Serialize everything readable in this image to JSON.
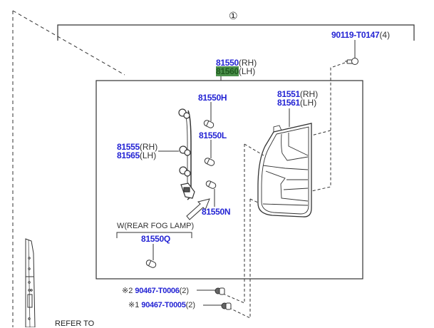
{
  "diagram": {
    "assembly_callout": "①",
    "refer_to": "REFER TO",
    "parts": {
      "screw": {
        "number": "90119-T0147",
        "suffix": "(4)"
      },
      "lamp_assy_rh": {
        "number": "81550",
        "suffix": "(RH)"
      },
      "lamp_assy_lh": {
        "number": "81560",
        "suffix": "(LH)",
        "highlighted": true
      },
      "bulb_h": {
        "number": "81550H"
      },
      "lens_rh": {
        "number": "81551",
        "suffix": "(RH)"
      },
      "lens_lh": {
        "number": "81561",
        "suffix": "(LH)"
      },
      "bulb_l": {
        "number": "81550L"
      },
      "socket_rh": {
        "number": "81555",
        "suffix": "(RH)"
      },
      "socket_lh": {
        "number": "81565",
        "suffix": "(LH)"
      },
      "bulb_n": {
        "number": "81550N"
      },
      "fog_lamp_note": "W(REAR FOG LAMP)",
      "bulb_q": {
        "number": "81550Q"
      },
      "clip_2": {
        "prefix": "※2",
        "number": "90467-T0006",
        "suffix": "(2)"
      },
      "clip_1": {
        "prefix": "※1",
        "number": "90467-T0005",
        "suffix": "(2)"
      }
    },
    "colors": {
      "part_number": "#2424d4",
      "highlight": "#4a8f4a",
      "line": "#333333"
    }
  }
}
